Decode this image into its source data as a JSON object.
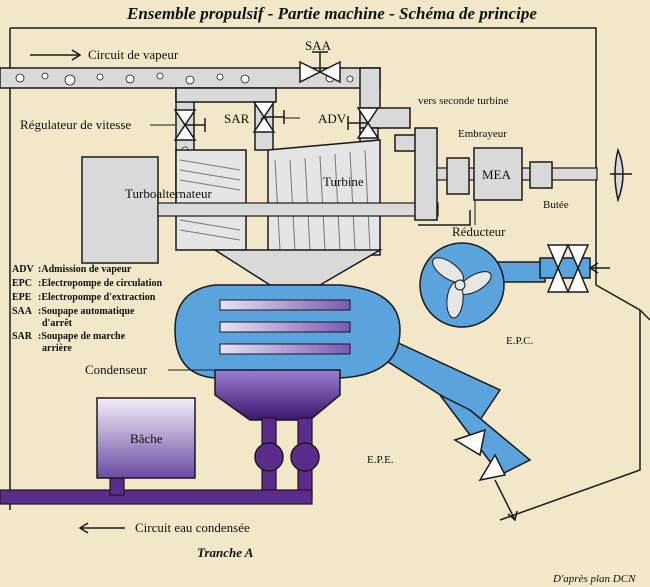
{
  "title": "Ensemble propulsif - Partie machine - Schéma de principe",
  "labels": {
    "circuit_vapeur": "Circuit de vapeur",
    "saa": "SAA",
    "regulateur": "Régulateur de vitesse",
    "sar": "SAR",
    "adv": "ADV",
    "seconde_turbine": "vers seconde turbine",
    "embrayeur": "Embrayeur",
    "mea": "MEA",
    "butee": "Butée",
    "turboalternateur": "Turboalternateur",
    "turbine": "Turbine",
    "reducteur": "Réducteur",
    "epc": "E.P.C.",
    "condenseur": "Condenseur",
    "bache": "Bâche",
    "epe": "E.P.E.",
    "circuit_eau": "Circuit eau condensée",
    "tranche": "Tranche A",
    "source": "D'après plan DCN"
  },
  "legend": [
    {
      "abbr": "ADV",
      "text": "Admission de vapeur"
    },
    {
      "abbr": "EPC",
      "text": "Electropompe de circulation"
    },
    {
      "abbr": "EPE",
      "text": "Electropompe d'extraction"
    },
    {
      "abbr": "SAA",
      "text": "Soupape automatique",
      "text2": "d'arrêt"
    },
    {
      "abbr": "SAR",
      "text": "Soupape de marche",
      "text2": "arrière"
    }
  ],
  "colors": {
    "background": "#f3e7c9",
    "steam": "#d9d9d9",
    "water": "#5aa3dc",
    "condensate": "#5a2d8c",
    "outline": "#1a1a1a"
  }
}
